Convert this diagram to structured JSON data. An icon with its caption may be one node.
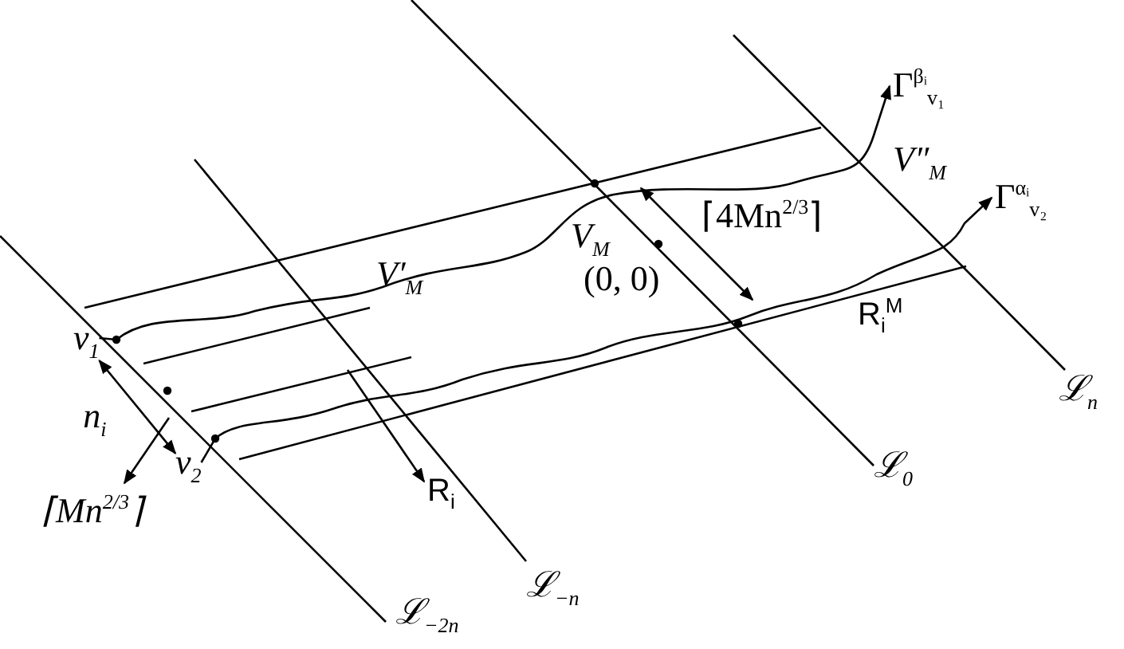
{
  "diagram": {
    "nodes": [
      {
        "text": [
          "⌈Mn$^{2/3}$⌉"
        ]
      },
      {
        "text": [
          "R$_{i}$"
        ]
      },
      {
        "text": [
          "Γ$^{βᵢ}$$_{v₁}$"
        ]
      },
      {
        "text": [
          "Γ$^{αᵢ}$$_{v₂}$"
        ]
      },
      {
        "text": [
          "v$_{1}$"
        ]
      },
      {
        "text": [
          "v$_{2}$"
        ]
      }
    ],
    "edges": [
      {
        "from": null,
        "to": 0,
        "arrow": "to"
      },
      {
        "from": null,
        "to": 1,
        "arrow": "to"
      },
      {
        "from": 4,
        "to": 2,
        "arrow": "to"
      },
      {
        "from": 5,
        "to": 3,
        "arrow": "to"
      },
      {
        "from": 4,
        "to": 5,
        "arrow": "both",
        "label": "n$_{i}$"
      }
    ],
    "labels": [
      "V″$_{M}$",
      "⌈4Mn$^{2/3}$⌉",
      "V$_{M}$",
      "V′$_{M}$",
      "(0, 0)",
      "R$_{i}$$^{M}$",
      "ℒ$_{n}$",
      "ℒ$_{0}$",
      "ℒ$_{−n}$",
      "ℒ$_{−2n}$"
    ]
  }
}
